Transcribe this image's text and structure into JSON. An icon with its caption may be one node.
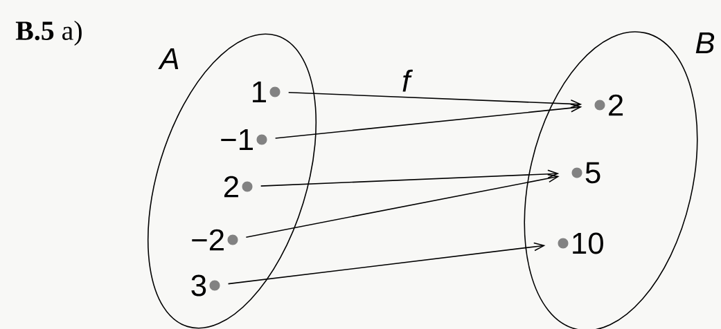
{
  "diagram": {
    "title": "**B.5** a)",
    "nodes": [
      {
        "text": [
          "A"
        ]
      },
      {
        "text": [
          "1"
        ],
        "in": 0
      },
      {
        "text": [
          "−1"
        ],
        "in": 0
      },
      {
        "text": [
          "2"
        ],
        "in": 0
      },
      {
        "text": [
          "−2"
        ],
        "in": 0
      },
      {
        "text": [
          "3"
        ],
        "in": 0
      },
      {
        "text": [
          "B"
        ]
      },
      {
        "text": [
          "2"
        ],
        "in": 6
      },
      {
        "text": [
          "5"
        ],
        "in": 6
      },
      {
        "text": [
          "10"
        ],
        "in": 6
      }
    ],
    "edges": [
      {
        "from": 1,
        "to": 7,
        "arrow": "to",
        "label": "f"
      },
      {
        "from": 2,
        "to": 7,
        "arrow": "to"
      },
      {
        "from": 3,
        "to": 8,
        "arrow": "to"
      },
      {
        "from": 4,
        "to": 8,
        "arrow": "to"
      },
      {
        "from": 5,
        "to": 9,
        "arrow": "to"
      }
    ]
  }
}
